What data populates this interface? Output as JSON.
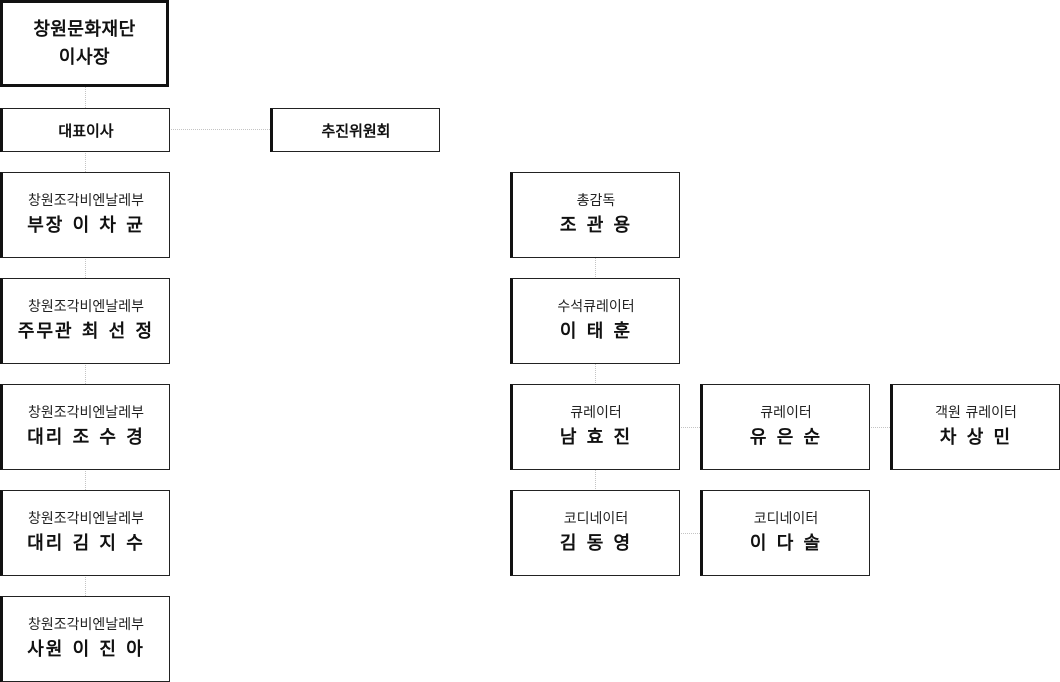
{
  "top": {
    "line1": "창원문화재단",
    "line2": "이사장"
  },
  "ceo": {
    "label": "대표이사"
  },
  "committee": {
    "label": "추진위원회"
  },
  "left_staff": [
    {
      "role": "창원조각비엔날레부",
      "name": "부장 이 차 균"
    },
    {
      "role": "창원조각비엔날레부",
      "name": "주무관 최 선 정"
    },
    {
      "role": "창원조각비엔날레부",
      "name": "대리 조 수 경"
    },
    {
      "role": "창원조각비엔날레부",
      "name": "대리 김 지 수"
    },
    {
      "role": "창원조각비엔날레부",
      "name": "사원 이 진 아"
    }
  ],
  "director": {
    "role": "총감독",
    "name": "조 관 용"
  },
  "chief_curator": {
    "role": "수석큐레이터",
    "name": "이 태 훈"
  },
  "curators": [
    {
      "role": "큐레이터",
      "name": "남 효 진"
    },
    {
      "role": "큐레이터",
      "name": "유 은 순"
    },
    {
      "role": "객원 큐레이터",
      "name": "차 상 민"
    }
  ],
  "coordinators": [
    {
      "role": "코디네이터",
      "name": "김 동 영"
    },
    {
      "role": "코디네이터",
      "name": "이 다 솔"
    }
  ]
}
